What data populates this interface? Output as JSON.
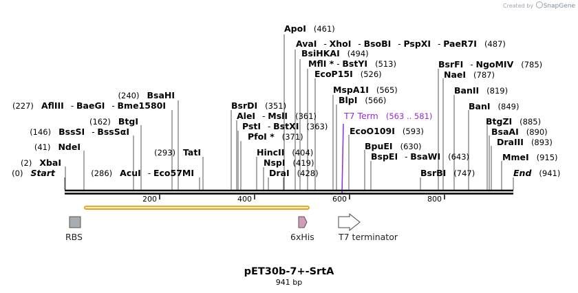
{
  "credit": {
    "prefix": "Created by",
    "brand": "SnapGene"
  },
  "title": "pET30b-7+-SrtA",
  "subtitle": "941 bp",
  "sequence_length": 941,
  "ticks": [
    "200",
    "400",
    "600",
    "800"
  ],
  "enzymes": [
    {
      "label": "ApoI",
      "pos": "(461)",
      "site": 461
    },
    {
      "label": "AvaI",
      "pos": "",
      "site": 487,
      "group": [
        "XhoI",
        "BsoBI",
        "PspXI",
        "PaeR7I"
      ],
      "grouppos": "(487)"
    },
    {
      "label": "BsiHKAI",
      "pos": "(494)",
      "site": 494
    },
    {
      "label": "MflI *",
      "pos": "",
      "site": 513,
      "group": [
        "BstYI"
      ],
      "grouppos": "(513)"
    },
    {
      "label": "EcoP15I",
      "pos": "(526)",
      "site": 526
    },
    {
      "label": "MspA1I",
      "pos": "(565)",
      "site": 565
    },
    {
      "label": "BlpI",
      "pos": "(566)",
      "site": 566
    },
    {
      "label": "EcoO109I",
      "pos": "(593)",
      "site": 593
    },
    {
      "label": "BpuEI",
      "pos": "(630)",
      "site": 630
    },
    {
      "label": "BspEI",
      "pos": "",
      "site": 643,
      "group": [
        "BsaWI"
      ],
      "grouppos": "(643)"
    },
    {
      "label": "BsrBI",
      "pos": "(747)",
      "site": 747
    },
    {
      "label": "BsrFI",
      "pos": "",
      "site": 785,
      "group": [
        "NgoMIV"
      ],
      "grouppos": "(785)"
    },
    {
      "label": "NaeI",
      "pos": "(787)",
      "site": 787
    },
    {
      "label": "BanII",
      "pos": "(819)",
      "site": 819
    },
    {
      "label": "BanI",
      "pos": "(849)",
      "site": 849
    },
    {
      "label": "BtgZI",
      "pos": "(885)",
      "site": 885
    },
    {
      "label": "BsaAI",
      "pos": "(890)",
      "site": 890
    },
    {
      "label": "DraIII",
      "pos": "(893)",
      "site": 893
    },
    {
      "label": "MmeI",
      "pos": "(915)",
      "site": 915
    },
    {
      "label": "End",
      "pos": "(941)",
      "site": 941
    },
    {
      "label": "BsaHI",
      "pos": "(240)",
      "site": 240
    },
    {
      "label": "AflIII",
      "pos": "(227)",
      "site": 227,
      "group": [
        "BaeGI",
        "Bme1580I"
      ]
    },
    {
      "label": "BtgI",
      "pos": "(162)",
      "site": 162
    },
    {
      "label": "BssSI",
      "pos": "(146)",
      "site": 146,
      "group": [
        "BssSαI"
      ]
    },
    {
      "label": "NdeI",
      "pos": "(41)",
      "site": 41
    },
    {
      "label": "XbaI",
      "pos": "(2)",
      "site": 2
    },
    {
      "label": "Start",
      "pos": "(0)",
      "site": 0
    },
    {
      "label": "TatI",
      "pos": "(293)",
      "site": 293
    },
    {
      "label": "AcuI",
      "pos": "(286)",
      "site": 286,
      "group": [
        "Eco57MI"
      ]
    },
    {
      "label": "BsrDI",
      "pos": "(351)",
      "site": 351
    },
    {
      "label": "AleI",
      "pos": "",
      "site": 361,
      "group": [
        "MslI"
      ],
      "grouppos": "(361)"
    },
    {
      "label": "PstI",
      "pos": "",
      "site": 363,
      "group": [
        "BstXI"
      ],
      "grouppos": "(363)"
    },
    {
      "label": "PfoI *",
      "pos": "(371)",
      "site": 371
    },
    {
      "label": "HincII",
      "pos": "(404)",
      "site": 404
    },
    {
      "label": "NspI",
      "pos": "(419)",
      "site": 419
    },
    {
      "label": "DraI",
      "pos": "(428)",
      "site": 428
    }
  ],
  "t7_term": {
    "label": "T7 Term",
    "range": "(563 .. 581)"
  },
  "features": [
    {
      "label": "RBS",
      "type": "RBS"
    },
    {
      "label": "6xHis",
      "type": "tag"
    },
    {
      "label": "T7 terminator",
      "type": "terminator"
    }
  ],
  "colors": {
    "backbone": "#000000",
    "orf_outer": "#e8a020",
    "orf_inner": "#fff3c4",
    "rbs": "#a8adb2",
    "his": "#d19db6",
    "terminator": "#ffffff",
    "term_bracket": "#8a2be2",
    "connector": "#555555"
  }
}
